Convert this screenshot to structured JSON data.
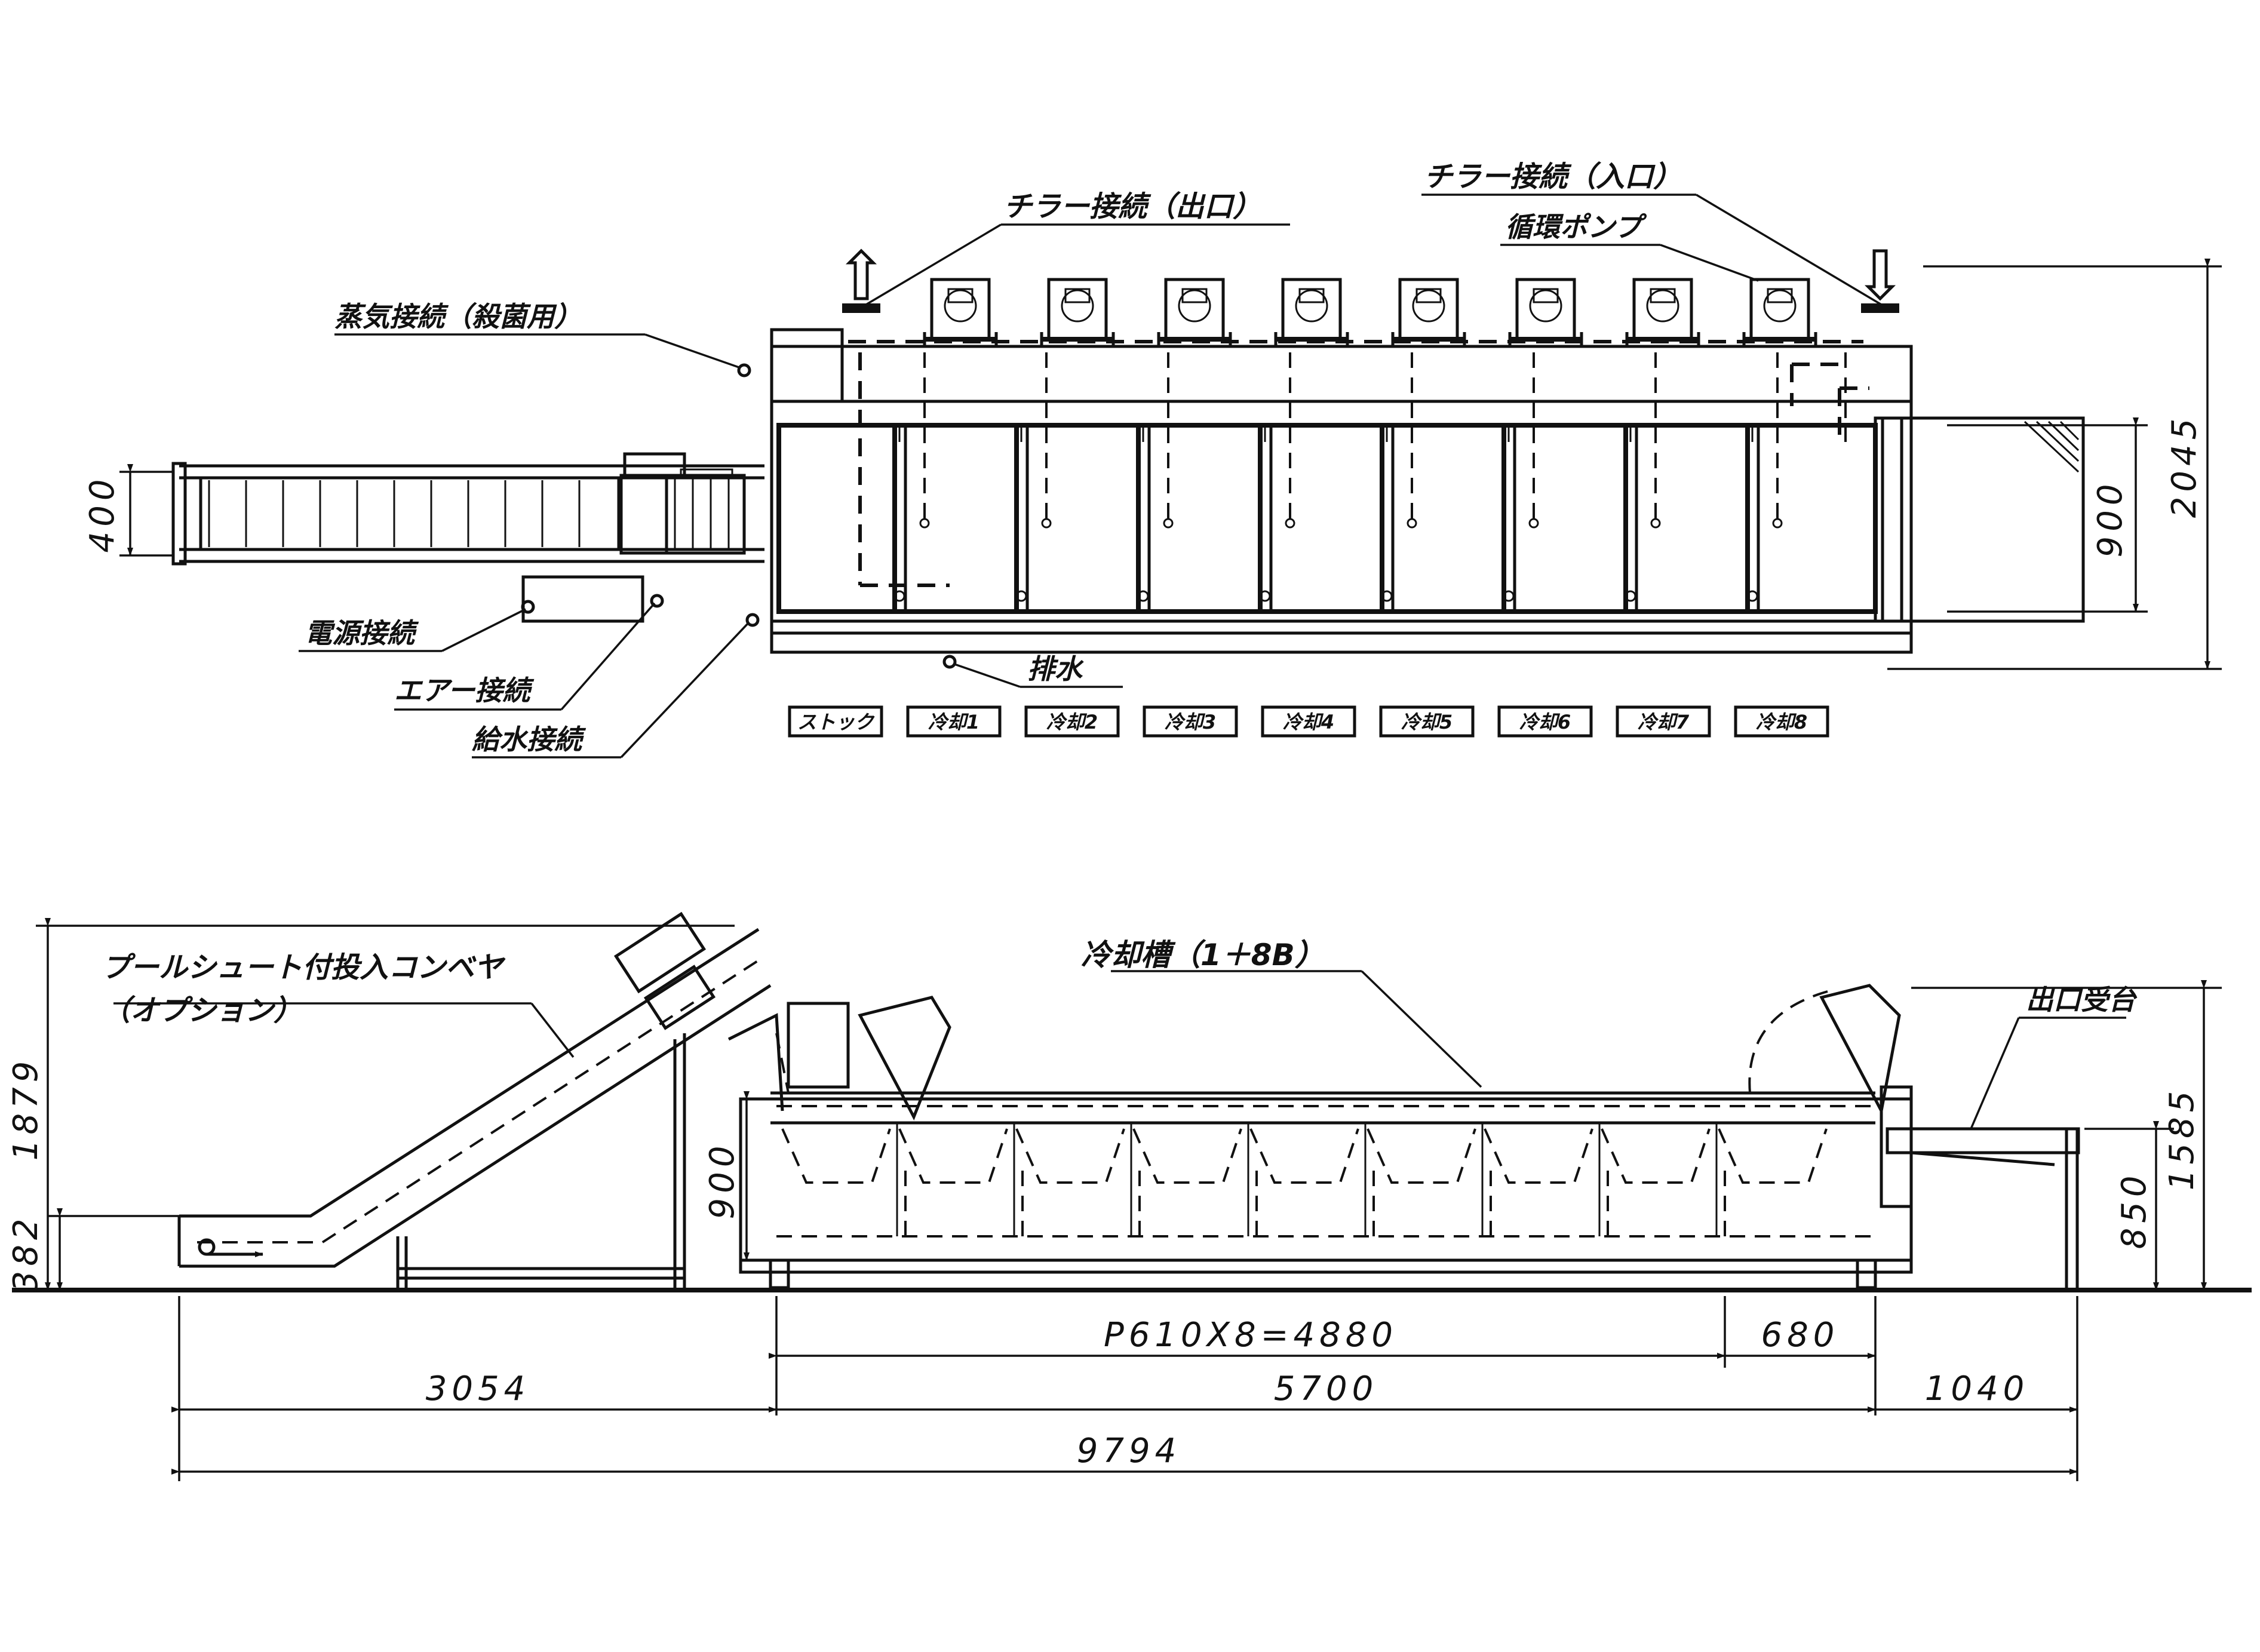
{
  "labels": {
    "chiller_out": "チラー接続（出口）",
    "chiller_in": "チラー接続（入口）",
    "pump": "循環ポンプ",
    "steam": "蒸気接続（殺菌用）",
    "power": "電源接続",
    "air": "エアー接続",
    "water": "給水接続",
    "drain": "排水",
    "conveyor_line1": "プールシュート付投入コンベヤ",
    "conveyor_line2": "（オプション）",
    "tank": "冷却槽（1＋8B）",
    "outlet": "出口受台"
  },
  "tank_tags": [
    "ストック",
    "冷却1",
    "冷却2",
    "冷却3",
    "冷却4",
    "冷却5",
    "冷却6",
    "冷却7",
    "冷却8"
  ],
  "dimensions": {
    "conveyor_width": "400",
    "outlet_depth": "900",
    "total_depth": "2045",
    "conveyor_height": "1879",
    "conveyor_low": "382",
    "tank_height": "900",
    "outlet_height": "850",
    "top_height": "1585",
    "pitch": "P610X8=4880",
    "end_section": "680",
    "conveyor_length": "3054",
    "tank_length": "5700",
    "outlet_length": "1040",
    "total_length": "9794"
  }
}
